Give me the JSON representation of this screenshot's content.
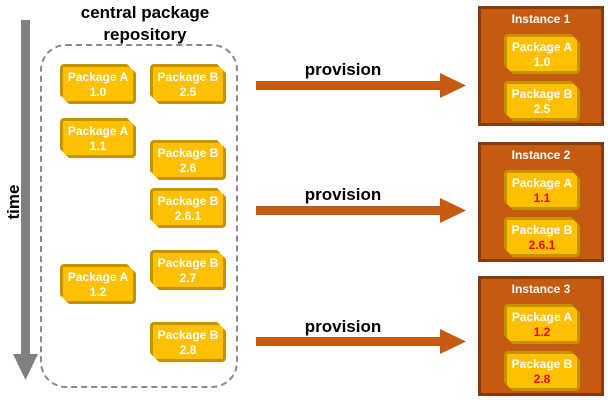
{
  "repository": {
    "title_line1": "central package",
    "title_line2": "repository"
  },
  "time_label": "time",
  "repo_packages": [
    {
      "name": "Package A",
      "version": "1.0"
    },
    {
      "name": "Package B",
      "version": "2.5"
    },
    {
      "name": "Package A",
      "version": "1.1"
    },
    {
      "name": "Package B",
      "version": "2.6"
    },
    {
      "name": "Package B",
      "version": "2.6.1"
    },
    {
      "name": "Package A",
      "version": "1.2"
    },
    {
      "name": "Package B",
      "version": "2.7"
    },
    {
      "name": "Package B",
      "version": "2.8"
    }
  ],
  "provision_label": "provision",
  "instances": [
    {
      "title": "Instance 1",
      "packages": [
        {
          "name": "Package A",
          "version": "1.0"
        },
        {
          "name": "Package B",
          "version": "2.5"
        }
      ]
    },
    {
      "title": "Instance 2",
      "packages": [
        {
          "name": "Package A",
          "version": "1.1"
        },
        {
          "name": "Package B",
          "version": "2.6.1"
        }
      ]
    },
    {
      "title": "Instance 3",
      "packages": [
        {
          "name": "Package A",
          "version": "1.2"
        },
        {
          "name": "Package B",
          "version": "2.8"
        }
      ]
    }
  ],
  "colors": {
    "package_fill": "#ffc000",
    "package_border": "#c59300",
    "instance_fill": "#c55a11",
    "instance_border": "#843c0c",
    "arrow": "#c55a11",
    "time_arrow": "#808080",
    "changed_version": "#ff0000"
  }
}
